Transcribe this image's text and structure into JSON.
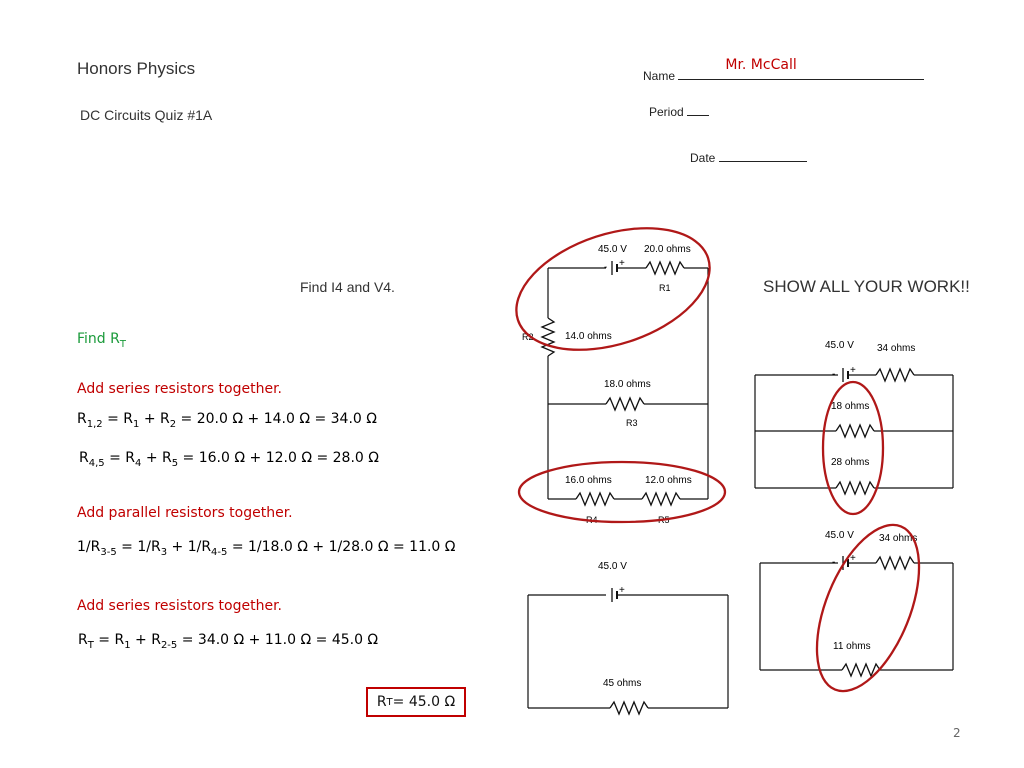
{
  "header": {
    "course": "Honors Physics",
    "quiz": "DC Circuits Quiz #1A",
    "name_label": "Name",
    "name_value": "Mr. McCall",
    "period_label": "Period",
    "date_label": "Date"
  },
  "prompt": "Find  I4 and V4.",
  "show_work": "SHOW ALL YOUR WORK!!",
  "solution": {
    "find": {
      "pre": "Find R",
      "sub": "T"
    },
    "step1_title": "Add series resistors together.",
    "eq1": {
      "a": "R",
      "a_sub": "1,2",
      "b": " = R",
      "b_sub": "1",
      "c": " + R",
      "c_sub": "2",
      "d": " = 20.0 Ω + 14.0 Ω = 34.0 Ω"
    },
    "eq2": {
      "a": "R",
      "a_sub": "4,5",
      "b": " = R",
      "b_sub": "4",
      "c": " + R",
      "c_sub": "5",
      "d": " = 16.0 Ω + 12.0 Ω = 28.0 Ω"
    },
    "step2_title": "Add parallel resistors together.",
    "eq3": {
      "a": "1/R",
      "a_sub": "3-5",
      "b": " = 1/R",
      "b_sub": "3",
      "c": " + 1/R",
      "c_sub": "4-5",
      "d": " = 1/18.0 Ω + 1/28.0 Ω = 11.0 Ω"
    },
    "step3_title": "Add series resistors together.",
    "eq4": {
      "a": "R",
      "a_sub": "T",
      "b": " = R",
      "b_sub": "1",
      "c": " + R",
      "c_sub": "2-5",
      "d": " = 34.0 Ω + 11.0 Ω = 45.0 Ω"
    },
    "answer": {
      "a": "R",
      "a_sub": "T",
      "b": " = 45.0 Ω"
    }
  },
  "circuit_main": {
    "battery": "45.0 V",
    "r1_value": "20.0 ohms",
    "r1_label": "R1",
    "r2_value": "14.0 ohms",
    "r2_label": "R2",
    "r3_value": "18.0 ohms",
    "r3_label": "R3",
    "r4_value": "16.0 ohms",
    "r4_label": "R4",
    "r5_value": "12.0 ohms",
    "r5_label": "R5",
    "minus": "-",
    "plus": "+"
  },
  "circuit_simplified": {
    "battery": "45.0 V",
    "load": "45 ohms"
  },
  "circuit_step1": {
    "battery": "45.0 V",
    "r_series": "34 ohms",
    "r_a": "18 ohms",
    "r_b": "28 ohms"
  },
  "circuit_step2": {
    "battery": "45.0 V",
    "r_series": "34 ohms",
    "r_par": "11 ohms"
  },
  "page_number": "2",
  "colors": {
    "annotation_red": "#c00000",
    "find_green": "#1a9a3a"
  }
}
